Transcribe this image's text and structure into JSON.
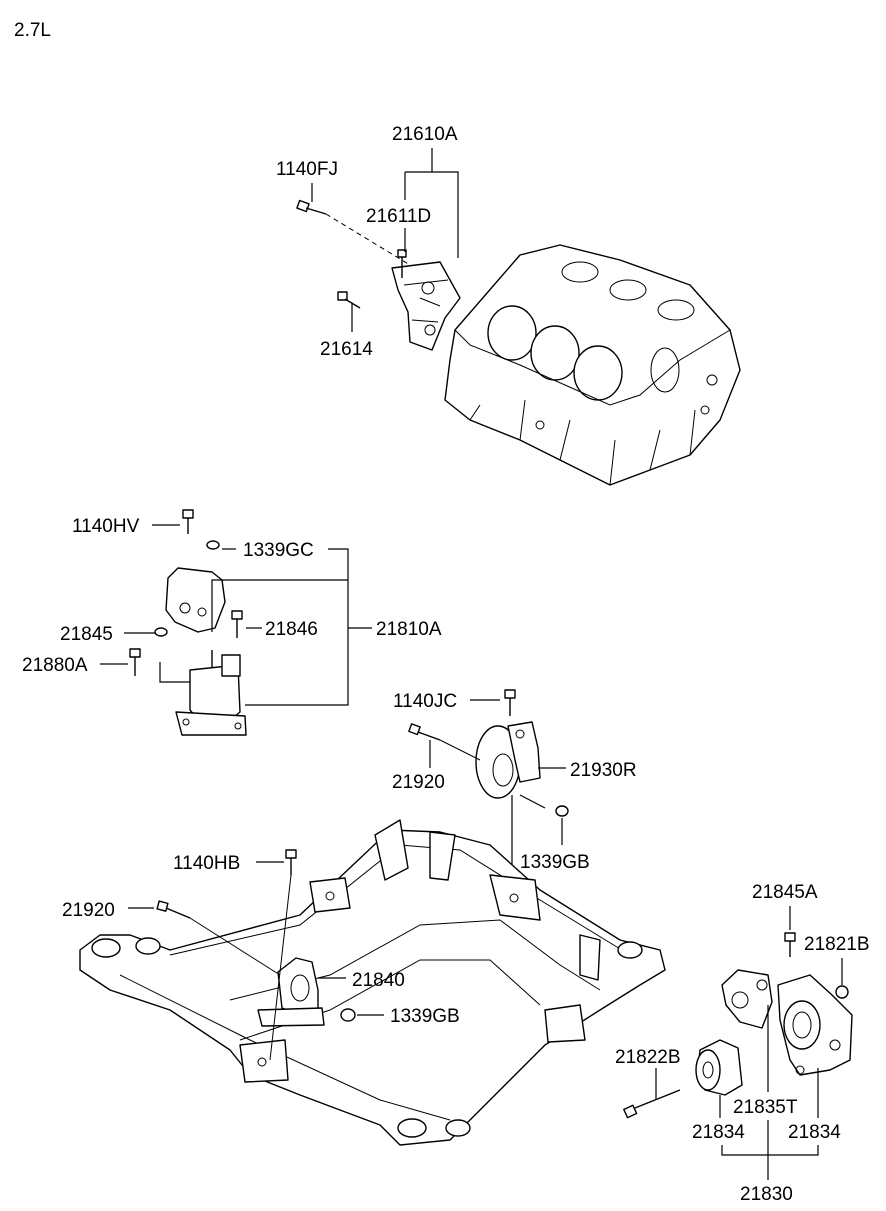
{
  "variant": "2.7L",
  "labels": {
    "p21610A": "21610A",
    "p1140FJ": "1140FJ",
    "p21611D": "21611D",
    "p21614": "21614",
    "p1140HV": "1140HV",
    "p1339GC": "1339GC",
    "p21845": "21845",
    "p21846": "21846",
    "p21810A": "21810A",
    "p21880A": "21880A",
    "p1140JC": "1140JC",
    "p21920a": "21920",
    "p21930R": "21930R",
    "p1339GBa": "1339GB",
    "p1140HB": "1140HB",
    "p21920b": "21920",
    "p21840": "21840",
    "p1339GBb": "1339GB",
    "p21845A": "21845A",
    "p21821B": "21821B",
    "p21822B": "21822B",
    "p21835T": "21835T",
    "p21834a": "21834",
    "p21834b": "21834",
    "p21830": "21830"
  }
}
